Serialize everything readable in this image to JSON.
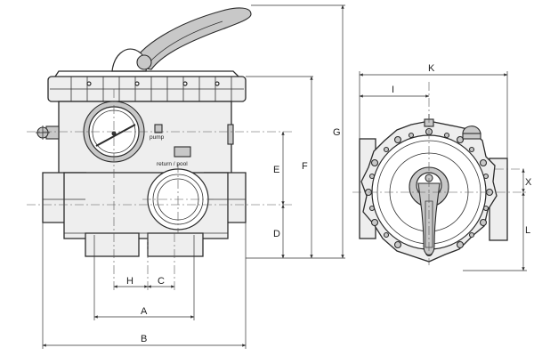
{
  "dimensions": {
    "A": "A",
    "B": "B",
    "C": "C",
    "D": "D",
    "E": "E",
    "F": "F",
    "G": "G",
    "H": "H",
    "I": "I",
    "K": "K",
    "L": "L",
    "X": "X"
  },
  "port_labels": {
    "pump": "pump",
    "return_pool": "return / pool"
  }
}
